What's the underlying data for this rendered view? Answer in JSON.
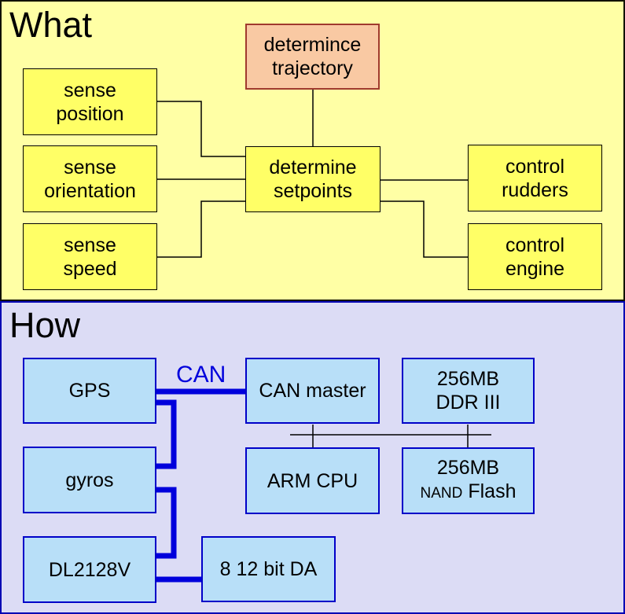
{
  "sections": {
    "what": {
      "title": "What",
      "boxes": {
        "trajectory": {
          "line1": "determince",
          "line2": "trajectory"
        },
        "sense_position": {
          "line1": "sense",
          "line2": "position"
        },
        "sense_orientation": {
          "line1": "sense",
          "line2": "orientation"
        },
        "sense_speed": {
          "line1": "sense",
          "line2": "speed"
        },
        "setpoints": {
          "line1": "determine",
          "line2": "setpoints"
        },
        "control_rudders": {
          "line1": "control",
          "line2": "rudders"
        },
        "control_engine": {
          "line1": "control",
          "line2": "engine"
        }
      },
      "connections": [
        {
          "from": "determince trajectory",
          "to": "determine setpoints"
        },
        {
          "from": "sense position",
          "to": "determine setpoints"
        },
        {
          "from": "sense orientation",
          "to": "determine setpoints"
        },
        {
          "from": "sense speed",
          "to": "determine setpoints"
        },
        {
          "from": "determine setpoints",
          "to": "control rudders"
        },
        {
          "from": "determine setpoints",
          "to": "control engine"
        }
      ]
    },
    "how": {
      "title": "How",
      "bus_label": "CAN",
      "boxes": {
        "gps": {
          "label": "GPS"
        },
        "gyros": {
          "label": "gyros"
        },
        "dl2128v": {
          "label": "DL2128V"
        },
        "can_master": {
          "label": "CAN master"
        },
        "arm_cpu": {
          "label": "ARM CPU"
        },
        "da": {
          "label": "8 12 bit DA"
        },
        "ddr": {
          "line1": "256MB",
          "line2": "DDR III"
        },
        "nand_flash": {
          "line1": "256MB",
          "nand": "NAND",
          "flash": "Flash"
        }
      },
      "connections": [
        {
          "from": "GPS",
          "to": "CAN master",
          "bus": "CAN"
        },
        {
          "from": "GPS",
          "to": "gyros",
          "bus": "CAN"
        },
        {
          "from": "gyros",
          "to": "DL2128V",
          "bus": "CAN"
        },
        {
          "from": "DL2128V",
          "to": "8 12 bit DA",
          "bus": "CAN"
        },
        {
          "from": "CAN master",
          "to": "memory bus"
        },
        {
          "from": "256MB DDR III",
          "to": "memory bus"
        },
        {
          "from": "ARM CPU",
          "to": "memory bus"
        },
        {
          "from": "256MB NAND Flash",
          "to": "memory bus"
        }
      ]
    }
  },
  "colors": {
    "what_bg": "#FFFFA5",
    "how_bg": "#DCDCF5",
    "yellow_box_fill": "#FFFF66",
    "yellow_box_border": "#000000",
    "pink_box_fill": "#F9C9A3",
    "pink_box_border": "#A03A2E",
    "blue_box_fill": "#B8DFF8",
    "blue_box_border": "#0000C8",
    "can_bus": "#0000DC",
    "can_label_text": "#0000DC",
    "connector": "#000000",
    "what_border": "#111100",
    "how_border": "#0000B4"
  }
}
